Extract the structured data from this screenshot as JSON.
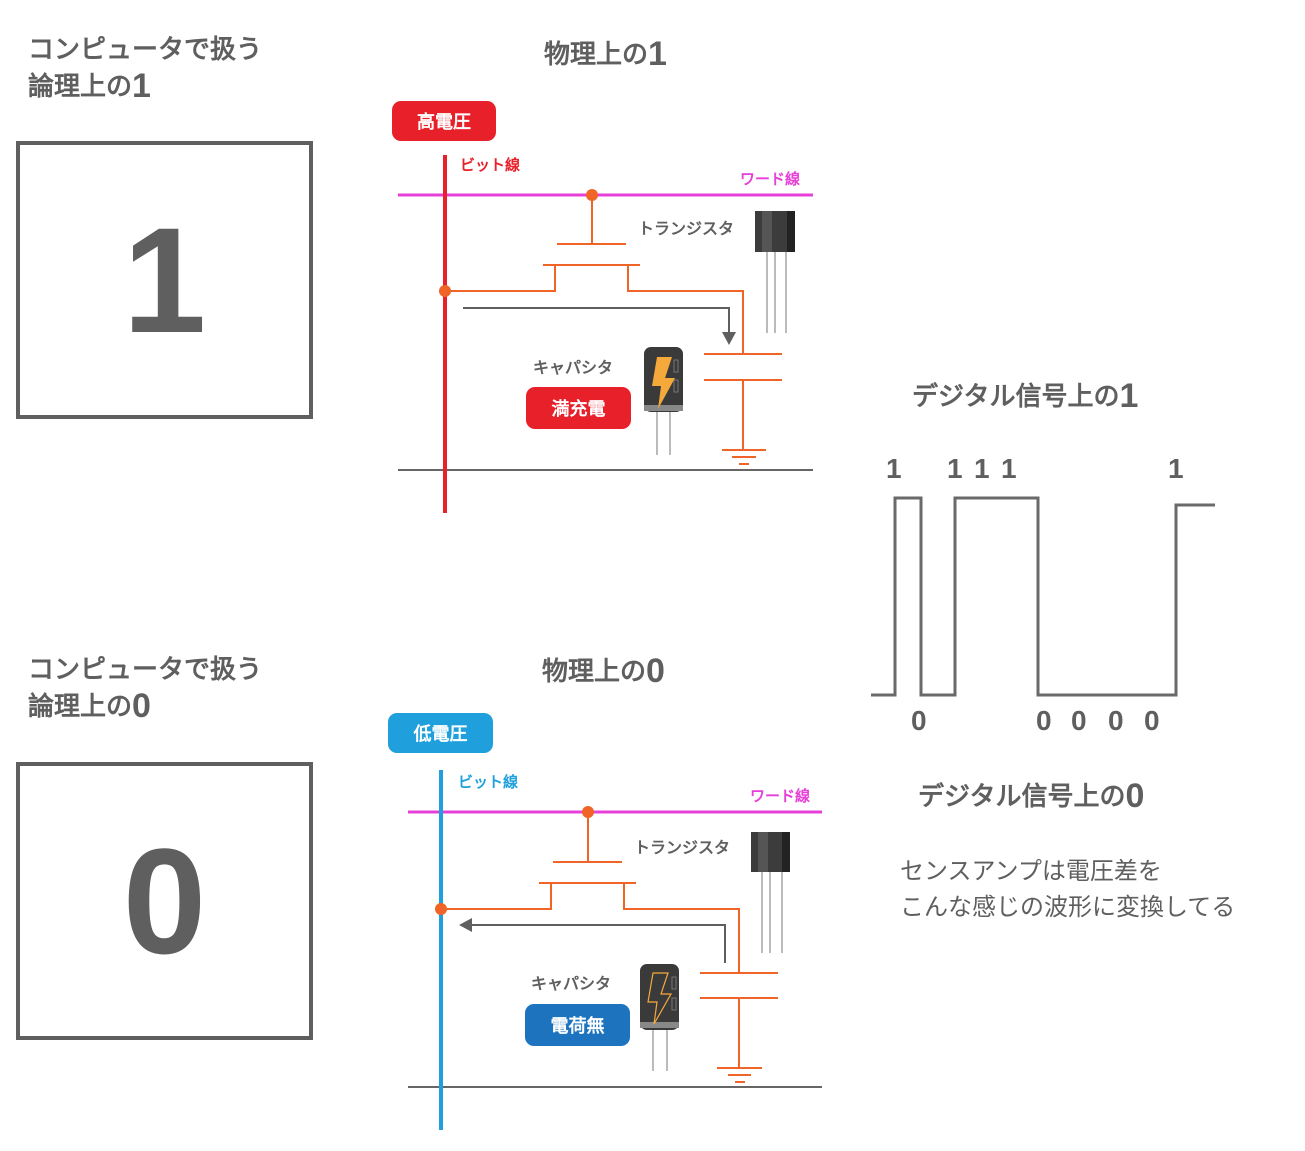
{
  "logic_one": {
    "title_line1": "コンピュータで扱う",
    "title_line2": "論理上の",
    "title_digit": "1",
    "box_digit": "1"
  },
  "logic_zero": {
    "title_line1": "コンピュータで扱う",
    "title_line2": "論理上の",
    "title_digit": "0",
    "box_digit": "0"
  },
  "physical_one": {
    "title": "物理上の",
    "title_digit": "1",
    "voltage_badge": "高電圧",
    "voltage_color": "#e8202a",
    "bit_line_label": "ビット線",
    "bit_line_color": "#e8202a",
    "word_line_label": "ワード線",
    "word_line_color": "#e640d8",
    "transistor_label": "トランジスタ",
    "capacitor_label": "キャパシタ",
    "charge_badge": "満充電",
    "charge_badge_color": "#e8202a",
    "flow_direction": "bitline-to-capacitor"
  },
  "physical_zero": {
    "title": "物理上の",
    "title_digit": "0",
    "voltage_badge": "低電圧",
    "voltage_color": "#1fa0dc",
    "bit_line_label": "ビット線",
    "bit_line_color": "#1fa0dc",
    "word_line_label": "ワード線",
    "word_line_color": "#e640d8",
    "transistor_label": "トランジスタ",
    "capacitor_label": "キャパシタ",
    "charge_badge": "電荷無",
    "charge_badge_color": "#1e73be",
    "flow_direction": "capacitor-to-bitline"
  },
  "digital_signal": {
    "title_one": "デジタル信号上の",
    "title_one_digit": "1",
    "title_zero": "デジタル信号上の",
    "title_zero_digit": "0",
    "high_labels": [
      "1",
      "1",
      "1",
      "1",
      "1"
    ],
    "low_labels": [
      "0",
      "0",
      "0",
      "0",
      "0"
    ],
    "bit_sequence": [
      0,
      1,
      0,
      1,
      1,
      1,
      0,
      0,
      0,
      0,
      1
    ]
  },
  "note": {
    "line1": "センスアンプは電圧差を",
    "line2": "こんな感じの波形に変換してる"
  },
  "colors": {
    "text": "#5f5f5f",
    "circuit": "#f06428",
    "ground_line": "#666666"
  }
}
